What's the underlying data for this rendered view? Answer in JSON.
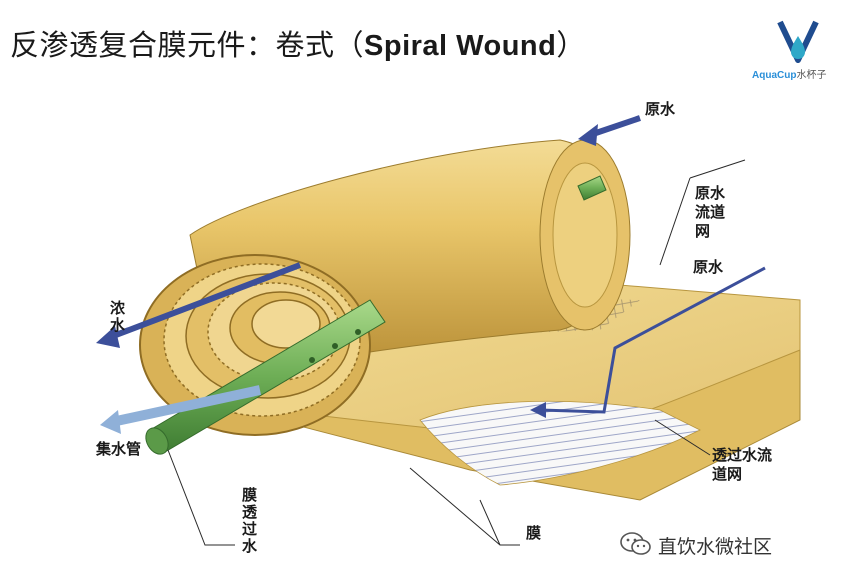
{
  "title": {
    "prefix": "反渗透复合膜元件：卷式（",
    "english": "Spiral Wound",
    "suffix": "）"
  },
  "logo": {
    "brand": "AquaCup",
    "brand_cn": "水杯子"
  },
  "labels": {
    "raw_water_top": "原水",
    "raw_water_channel_net": "原水流道网",
    "raw_water_mid": "原水",
    "concentrate": "浓水",
    "collection_tube": "集水管",
    "membrane_permeate": "膜透过水",
    "permeate_channel_net": "透过水流道网",
    "membrane": "膜"
  },
  "watermark": {
    "text": "直饮水微社区"
  },
  "colors": {
    "membrane": "#e8c56a",
    "tube": "#7dbb63",
    "arrow": "#3c4f9a",
    "text": "#1a1a1a"
  }
}
